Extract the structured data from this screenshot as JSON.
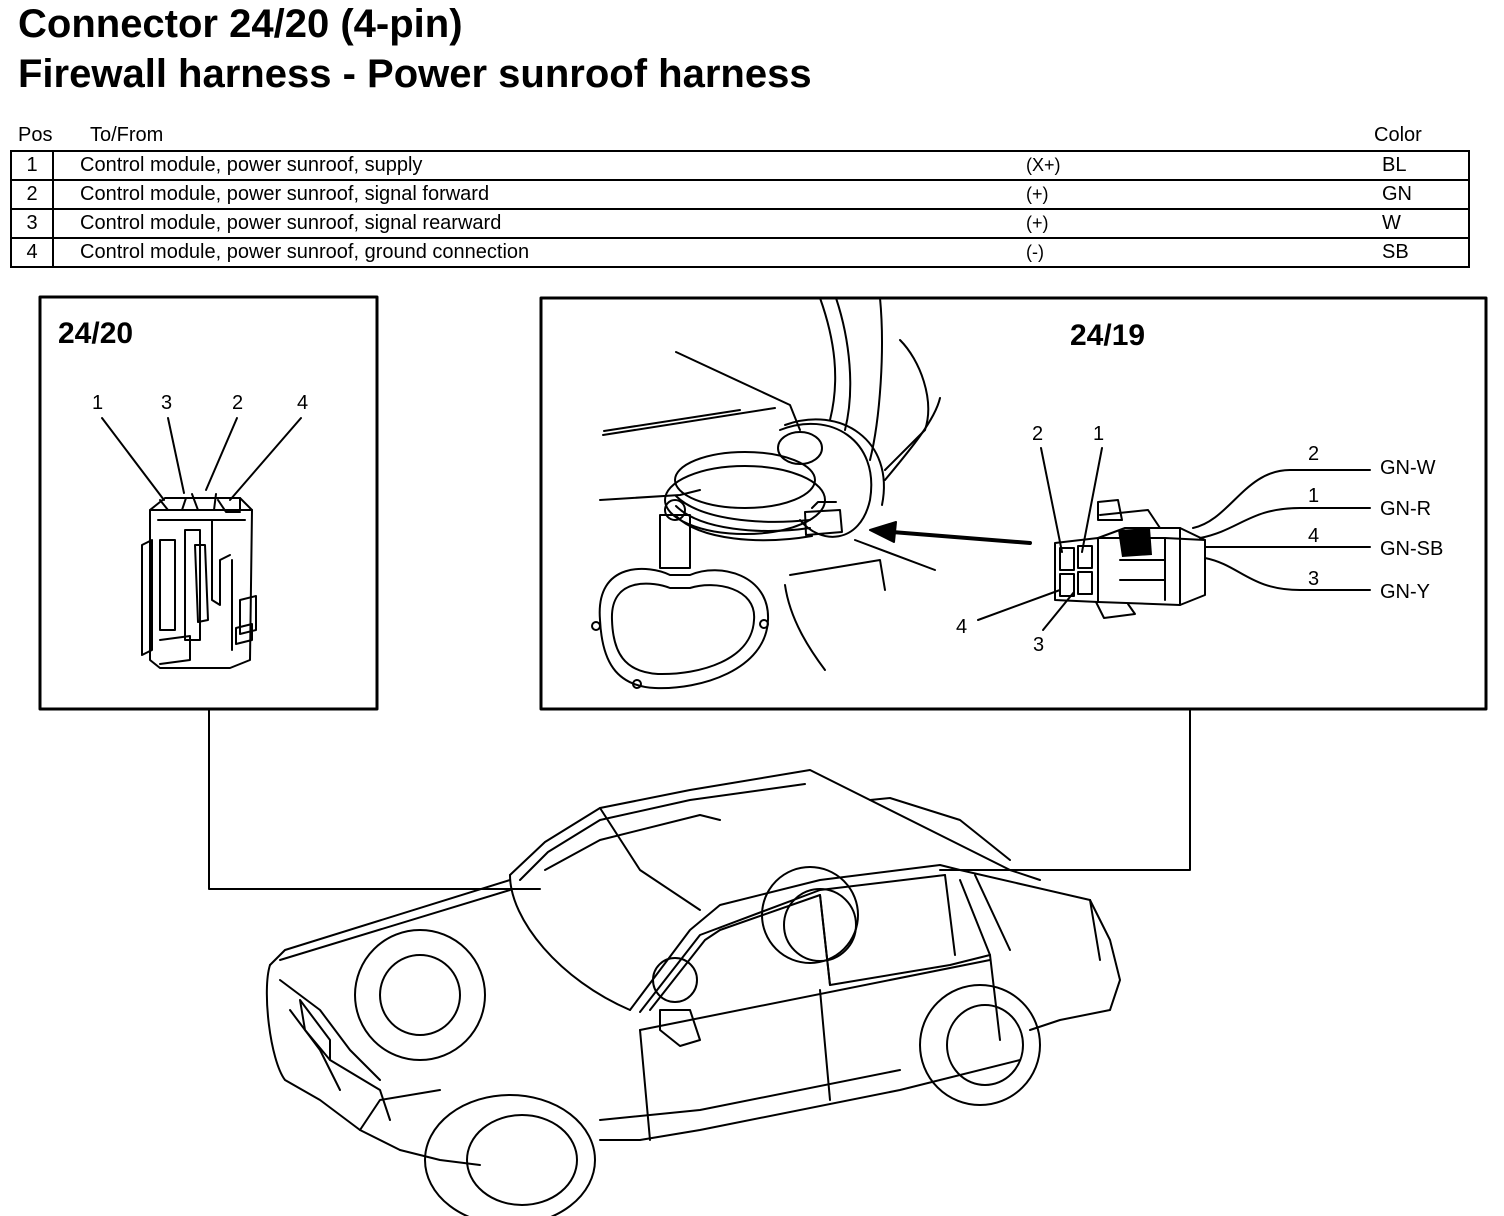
{
  "title": "Connector 24/20 (4-pin)",
  "subtitle": "Firewall harness - Power sunroof harness",
  "table": {
    "headers": {
      "pos": "Pos",
      "to_from": "To/From",
      "color": "Color"
    },
    "rows": [
      {
        "pos": "1",
        "to_from": "Control module, power sunroof, supply",
        "polarity": "(X+)",
        "color": "BL"
      },
      {
        "pos": "2",
        "to_from": "Control module, power sunroof, signal forward",
        "polarity": "(+)",
        "color": "GN"
      },
      {
        "pos": "3",
        "to_from": "Control module, power sunroof, signal rearward",
        "polarity": "(+)",
        "color": "W"
      },
      {
        "pos": "4",
        "to_from": "Control module, power sunroof, ground connection",
        "polarity": "(-)",
        "color": "SB"
      }
    ]
  },
  "left_view": {
    "label": "24/20",
    "pins": [
      "1",
      "3",
      "2",
      "4"
    ]
  },
  "right_view": {
    "label": "24/19",
    "face_pins": [
      "2",
      "1",
      "4",
      "3"
    ],
    "wires": [
      {
        "pin": "2",
        "color": "GN-W"
      },
      {
        "pin": "1",
        "color": "GN-R"
      },
      {
        "pin": "4",
        "color": "GN-SB"
      },
      {
        "pin": "3",
        "color": "GN-Y"
      }
    ]
  }
}
